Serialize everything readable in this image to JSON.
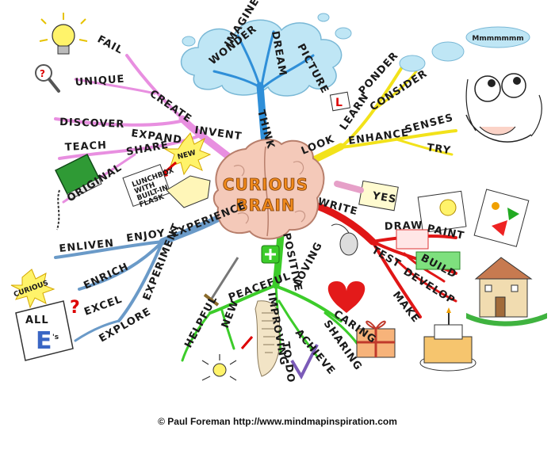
{
  "center": {
    "line1": "CURIOUS",
    "line2": "BRAIN"
  },
  "branches": {
    "think": {
      "label": "THINK",
      "color": "#2f8fd8",
      "words": {
        "wonder": "WONDER",
        "imagine": "IMAGINE",
        "dream": "DREAM",
        "picture": "PICTURE"
      }
    },
    "invent": {
      "label": "INVENT",
      "color": "#e88fe0",
      "words": {
        "fail": "FAIL",
        "unique": "UNIQUE",
        "create": "CREATE",
        "discover": "DISCOVER",
        "expand": "EXPAND",
        "teach": "TEACH",
        "share": "SHARE",
        "original": "ORIGINAL"
      }
    },
    "look": {
      "label": "LOOK",
      "color": "#f2e21a",
      "words": {
        "learn": "LEARN",
        "ponder": "PONDER",
        "consider": "CONSIDER",
        "enhance": "ENHANCE",
        "senses": "SENSES",
        "try": "TRY"
      }
    },
    "write": {
      "label": "WRITE",
      "color": "#e01616",
      "words": {
        "draw": "DRAW",
        "paint": "PAINT",
        "test": "TEST",
        "build": "BUILD",
        "develop": "DEVELOP",
        "make": "MAKE"
      }
    },
    "experience": {
      "label": "EXPERIENCE",
      "color": "#6a9ac8",
      "words": {
        "enliven": "ENLIVEN",
        "enjoy": "ENJOY",
        "enrich": "ENRICH",
        "experiment": "EXPERIMENT",
        "excel": "EXCEL",
        "explore": "EXPLORE"
      }
    },
    "positive": {
      "label": "POSITIVE",
      "color": "#3ccc2a",
      "words": {
        "peaceful": "PEACEFUL",
        "helpful": "HELPFUL",
        "new": "NEW",
        "improving": "IMPROVING",
        "todo": "TO-DO",
        "loving": "LOVING",
        "caring": "CARING",
        "achieve": "ACHIEVE",
        "sharing": "SHARING"
      }
    }
  },
  "doodles": {
    "new_burst": "NEW",
    "lunchbox": [
      "LUNCHBOX",
      "WITH",
      "BUILT-IN",
      "FLASK"
    ],
    "yes_note": "YES",
    "cloud_text": "Mmmmmmm",
    "curious_burst": "CURIOUS",
    "all_es": [
      "ALL",
      "E",
      "'s"
    ],
    "question_mark": "?"
  },
  "footer": "© Paul Foreman http://www.mindmapinspiration.com"
}
